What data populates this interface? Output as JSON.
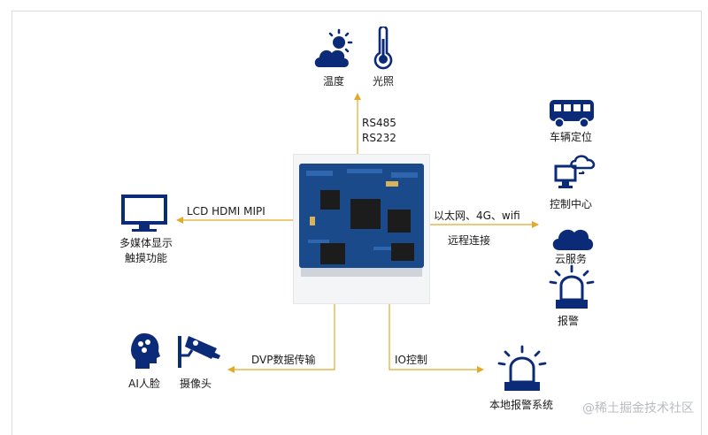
{
  "colors": {
    "icon": "#0b2a78",
    "arrow": "#e5a92a",
    "board": "#1a4a8a"
  },
  "top": {
    "weather_label": "温度",
    "temp_label": "光照",
    "interface_1": "RS485",
    "interface_2": "RS232"
  },
  "left": {
    "interface": "LCD HDMI MIPI",
    "display_line1": "多媒体显示",
    "display_line2": "触摸功能"
  },
  "right": {
    "interface_top": "以太网、4G、wifi",
    "interface_bottom": "远程连接",
    "items": [
      "车辆定位",
      "控制中心",
      "云服务",
      "报警"
    ]
  },
  "bottom": {
    "dvp_interface": "DVP数据传输",
    "ai_label": "AI人脸",
    "camera_label": "摄像头",
    "io_interface": "IO控制",
    "alarm_label": "本地报警系统"
  },
  "watermark": "@稀土掘金技术社区"
}
